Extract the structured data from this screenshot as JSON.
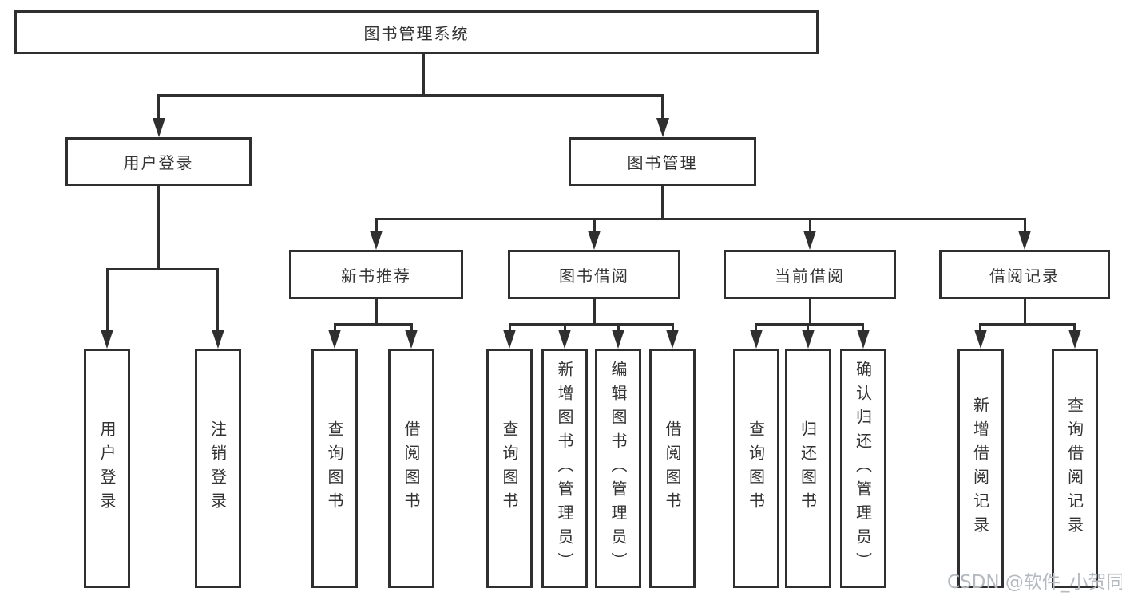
{
  "diagram": {
    "root": {
      "label": "图书管理系统"
    },
    "branches": [
      {
        "label": "用户登录",
        "children": [
          "用户登录",
          "注销登录"
        ]
      },
      {
        "label": "图书管理",
        "children": [
          {
            "label": "新书推荐",
            "children": [
              "查询图书",
              "借阅图书"
            ]
          },
          {
            "label": "图书借阅",
            "children": [
              "查询图书",
              "新增图书（管理员）",
              "编辑图书（管理员）",
              "借阅图书"
            ]
          },
          {
            "label": "当前借阅",
            "children": [
              "查询图书",
              "归还图书",
              "确认归还（管理员）"
            ]
          },
          {
            "label": "借阅记录",
            "children": [
              "新增借阅记录",
              "查询借阅记录"
            ]
          }
        ]
      }
    ]
  },
  "watermark": "CSDN @软件_小贺同学",
  "colors": {
    "line": "#2f2f2f",
    "text": "#333333",
    "watermark": "#b4bac0",
    "background": "#ffffff"
  }
}
